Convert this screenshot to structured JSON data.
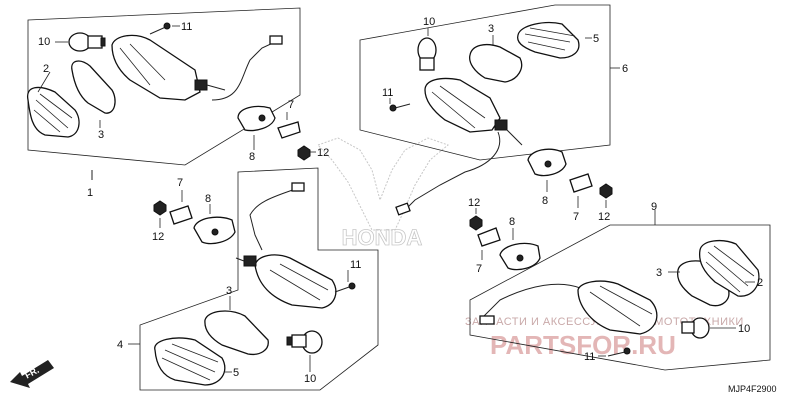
{
  "diagram": {
    "labels": {
      "l1": "1",
      "l2": "2",
      "l3": "3",
      "l4": "4",
      "l5": "5",
      "l6": "6",
      "l7": "7",
      "l8": "8",
      "l9": "9",
      "l10": "10",
      "l11": "11",
      "l12": "12"
    },
    "fr_label": "FR.",
    "honda_logo_text": "HONDA",
    "diagram_code": "MJP4F2900"
  },
  "watermark": {
    "line1": "ЗАПЧАСТИ И АКСЕССУАРЫ ДЛЯ МОТОТЕХНИКИ",
    "line2": "PARTSFOR.RU"
  }
}
